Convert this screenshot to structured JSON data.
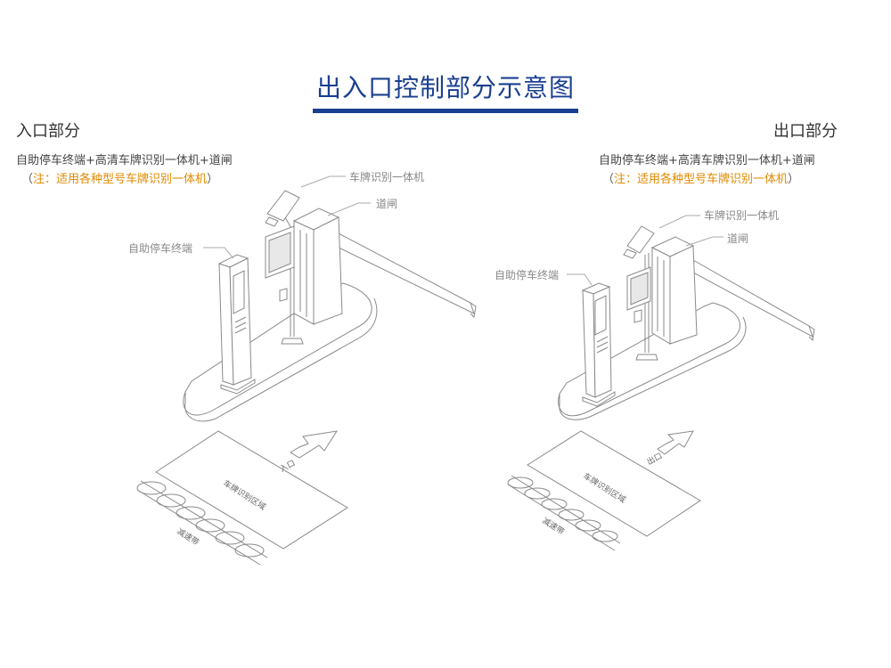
{
  "title": "出入口控制部分示意图",
  "entrance": {
    "heading": "入口部分",
    "config": "自助停车终端+高清车牌识别一体机+道闸",
    "note_open": "（",
    "note_text": "注：适用各种型号车牌识别一体机",
    "note_close": "）",
    "labels": {
      "lpr": "车牌识别一体机",
      "gate": "道闸",
      "terminal": "自助停车终端",
      "direction": "入口",
      "zone": "车牌识别区域",
      "bump": "减速带"
    }
  },
  "exit": {
    "heading": "出口部分",
    "config": "自助停车终端+高清车牌识别一体机+道闸",
    "note_open": "（",
    "note_text": "注：适用各种型号车牌识别一体机",
    "note_close": "）",
    "labels": {
      "lpr": "车牌识别一体机",
      "gate": "道闸",
      "terminal": "自助停车终端",
      "direction": "出口",
      "zone": "车牌识别区域",
      "bump": "减速带"
    }
  },
  "colors": {
    "title": "#1a3f8f",
    "note": "#e08a00",
    "line": "#8a8a8a"
  }
}
